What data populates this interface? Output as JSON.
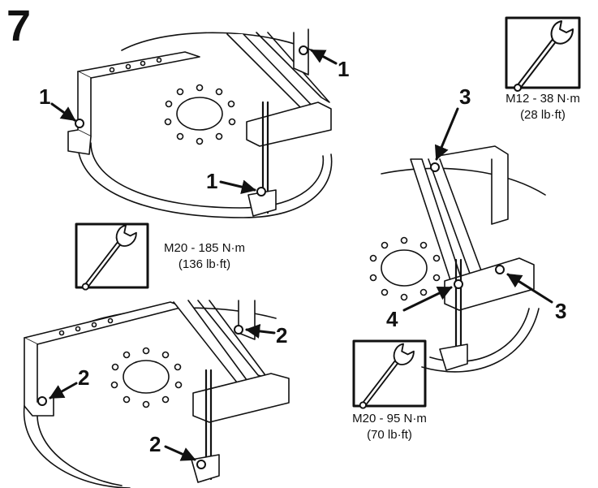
{
  "step": "7",
  "callouts": {
    "a": "1",
    "b": "1",
    "c": "1",
    "d": "2",
    "e": "2",
    "f": "2",
    "g": "3",
    "h": "3",
    "i": "4"
  },
  "torque": {
    "m12": {
      "spec": "M12 - 38 N·m",
      "imperial": "(28 lb·ft)"
    },
    "m20_185": {
      "spec": "M20 - 185 N·m",
      "imperial": "(136 lb·ft)"
    },
    "m20_95": {
      "spec": "M20 - 95 N·m",
      "imperial": "(70 lb·ft)"
    }
  },
  "icons": [
    "wrench-icon"
  ],
  "colors": {
    "ink": "#111111",
    "paper": "#ffffff"
  }
}
